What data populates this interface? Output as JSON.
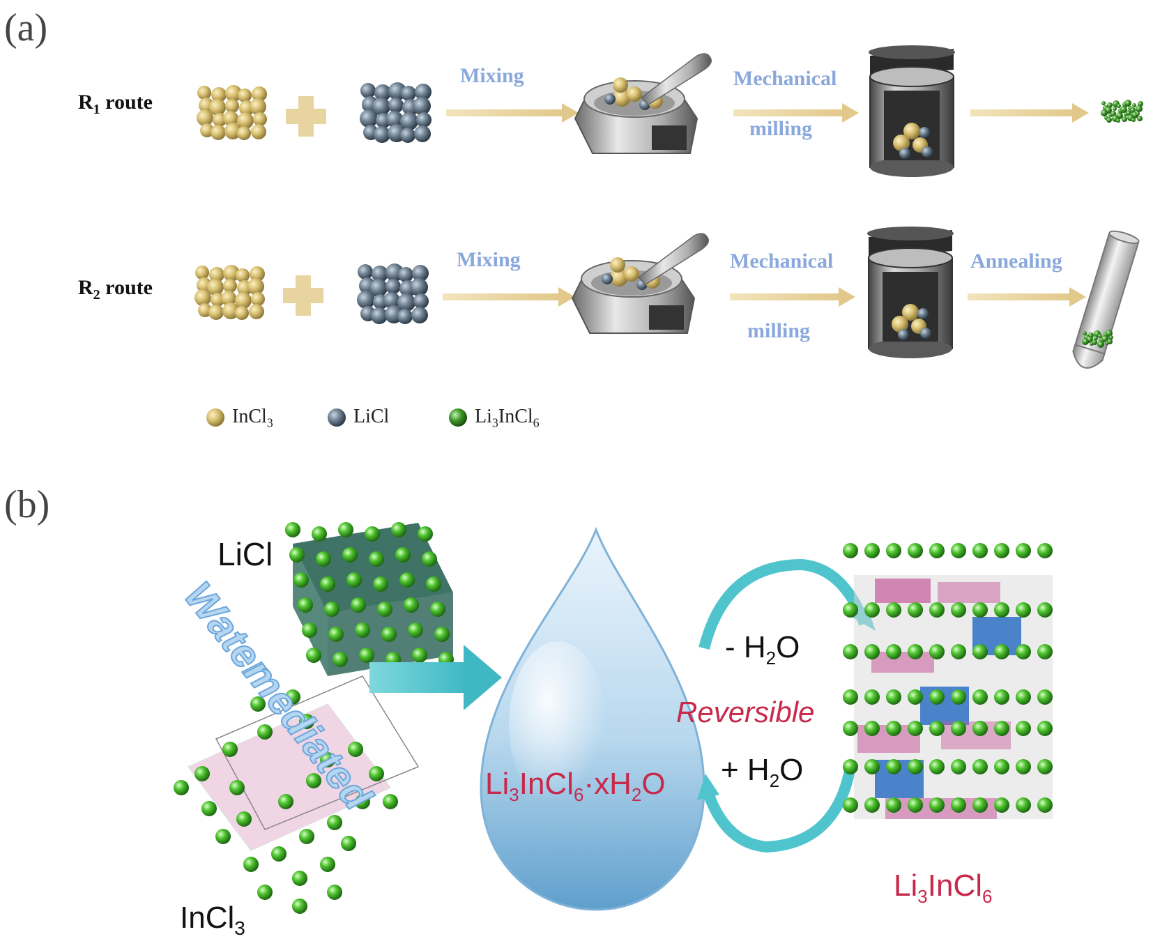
{
  "panel_a": {
    "label": "(a)",
    "routes": [
      {
        "name_main": "R",
        "name_sub": "1",
        "name_rest": " route",
        "steps": [
          "Mixing",
          "Mechanical",
          "milling",
          ""
        ]
      },
      {
        "name_main": "R",
        "name_sub": "2",
        "name_rest": " route",
        "steps": [
          "Mixing",
          "Mechanical",
          "milling",
          "Annealing"
        ]
      }
    ],
    "legend": [
      {
        "text": "InCl",
        "sub": "3",
        "tail": "",
        "color": "#d8bf70"
      },
      {
        "text": "LiCl",
        "sub": "",
        "tail": "",
        "color": "#6f8090"
      },
      {
        "text": "Li",
        "sub": "3",
        "tail": "InCl",
        "sub2": "6",
        "color": "#3f9a2a"
      }
    ]
  },
  "panel_b": {
    "label": "(b)",
    "licl_label": "LiCl",
    "incl3_main": "InCl",
    "incl3_sub": "3",
    "water_text_1": "Water",
    "water_text_2": "mediated",
    "drop_formula": {
      "a": "Li",
      "b": "3",
      "c": "InCl",
      "d": "6",
      "e": "·xH",
      "f": "2",
      "g": "O"
    },
    "minus_h2o": {
      "a": "- H",
      "b": "2",
      "c": "O"
    },
    "plus_h2o": {
      "a": "+ H",
      "b": "2",
      "c": "O"
    },
    "reversible": "Reversible",
    "product": {
      "a": "Li",
      "b": "3",
      "c": "InCl",
      "d": "6"
    },
    "colors": {
      "chlorine": "#3fb52a",
      "li_dark": "#1c5a4a",
      "in_pink": "#c55a9a",
      "li_blue": "#3a78c8",
      "formula_red": "#c8284a",
      "arrow_teal": "#4fc4cc"
    }
  }
}
